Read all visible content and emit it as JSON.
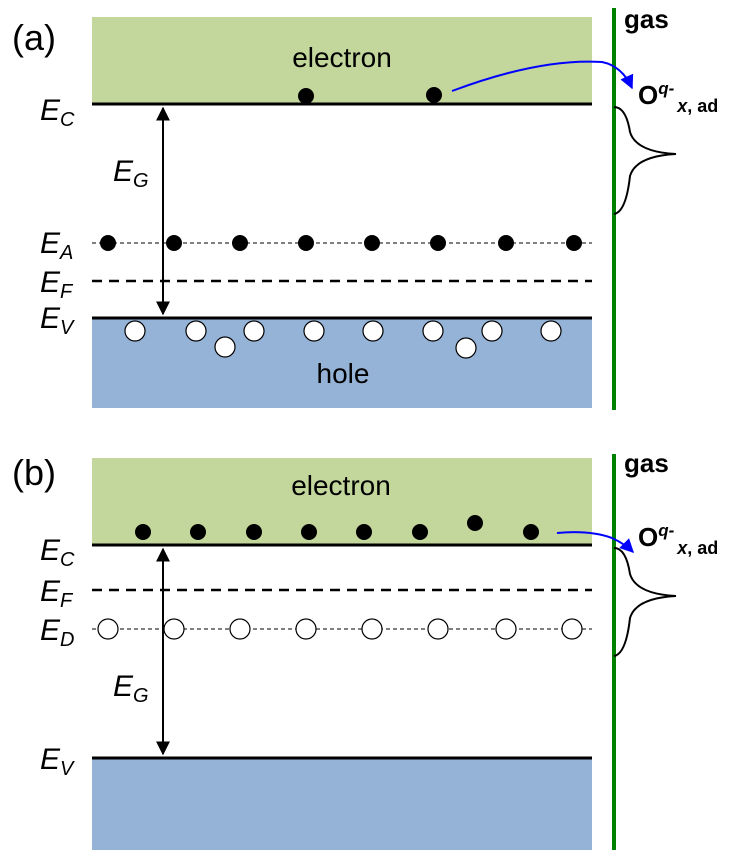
{
  "colors": {
    "conduction_band": "#c3d69b",
    "valence_band": "#95b3d7",
    "gas_interface": "#008000",
    "arrow": "#0000ff",
    "text_on_valence": "#ffffff",
    "text_on_conduction": "#404040"
  },
  "panel_a": {
    "tag": "(a)",
    "band_top_label": "electron",
    "band_bottom_label": "hole",
    "levels": {
      "ec": {
        "E": "E",
        "sub": "C"
      },
      "eg": {
        "E": "E",
        "sub": "G"
      },
      "ea": {
        "E": "E",
        "sub": "A"
      },
      "ef": {
        "E": "E",
        "sub": "F"
      },
      "ev": {
        "E": "E",
        "sub": "V"
      }
    },
    "gas": "gas",
    "adsorbate": {
      "base": "O",
      "sup": "q-",
      "sub_italic": "x",
      "sub_rest": ", ad"
    }
  },
  "panel_b": {
    "tag": "(b)",
    "band_top_label": "electron",
    "levels": {
      "ec": {
        "E": "E",
        "sub": "C"
      },
      "ef": {
        "E": "E",
        "sub": "F"
      },
      "ed": {
        "E": "E",
        "sub": "D"
      },
      "eg": {
        "E": "E",
        "sub": "G"
      },
      "ev": {
        "E": "E",
        "sub": "V"
      }
    },
    "gas": "gas",
    "adsorbate": {
      "base": "O",
      "sup": "q-",
      "sub_italic": "x",
      "sub_rest": ", ad"
    }
  }
}
